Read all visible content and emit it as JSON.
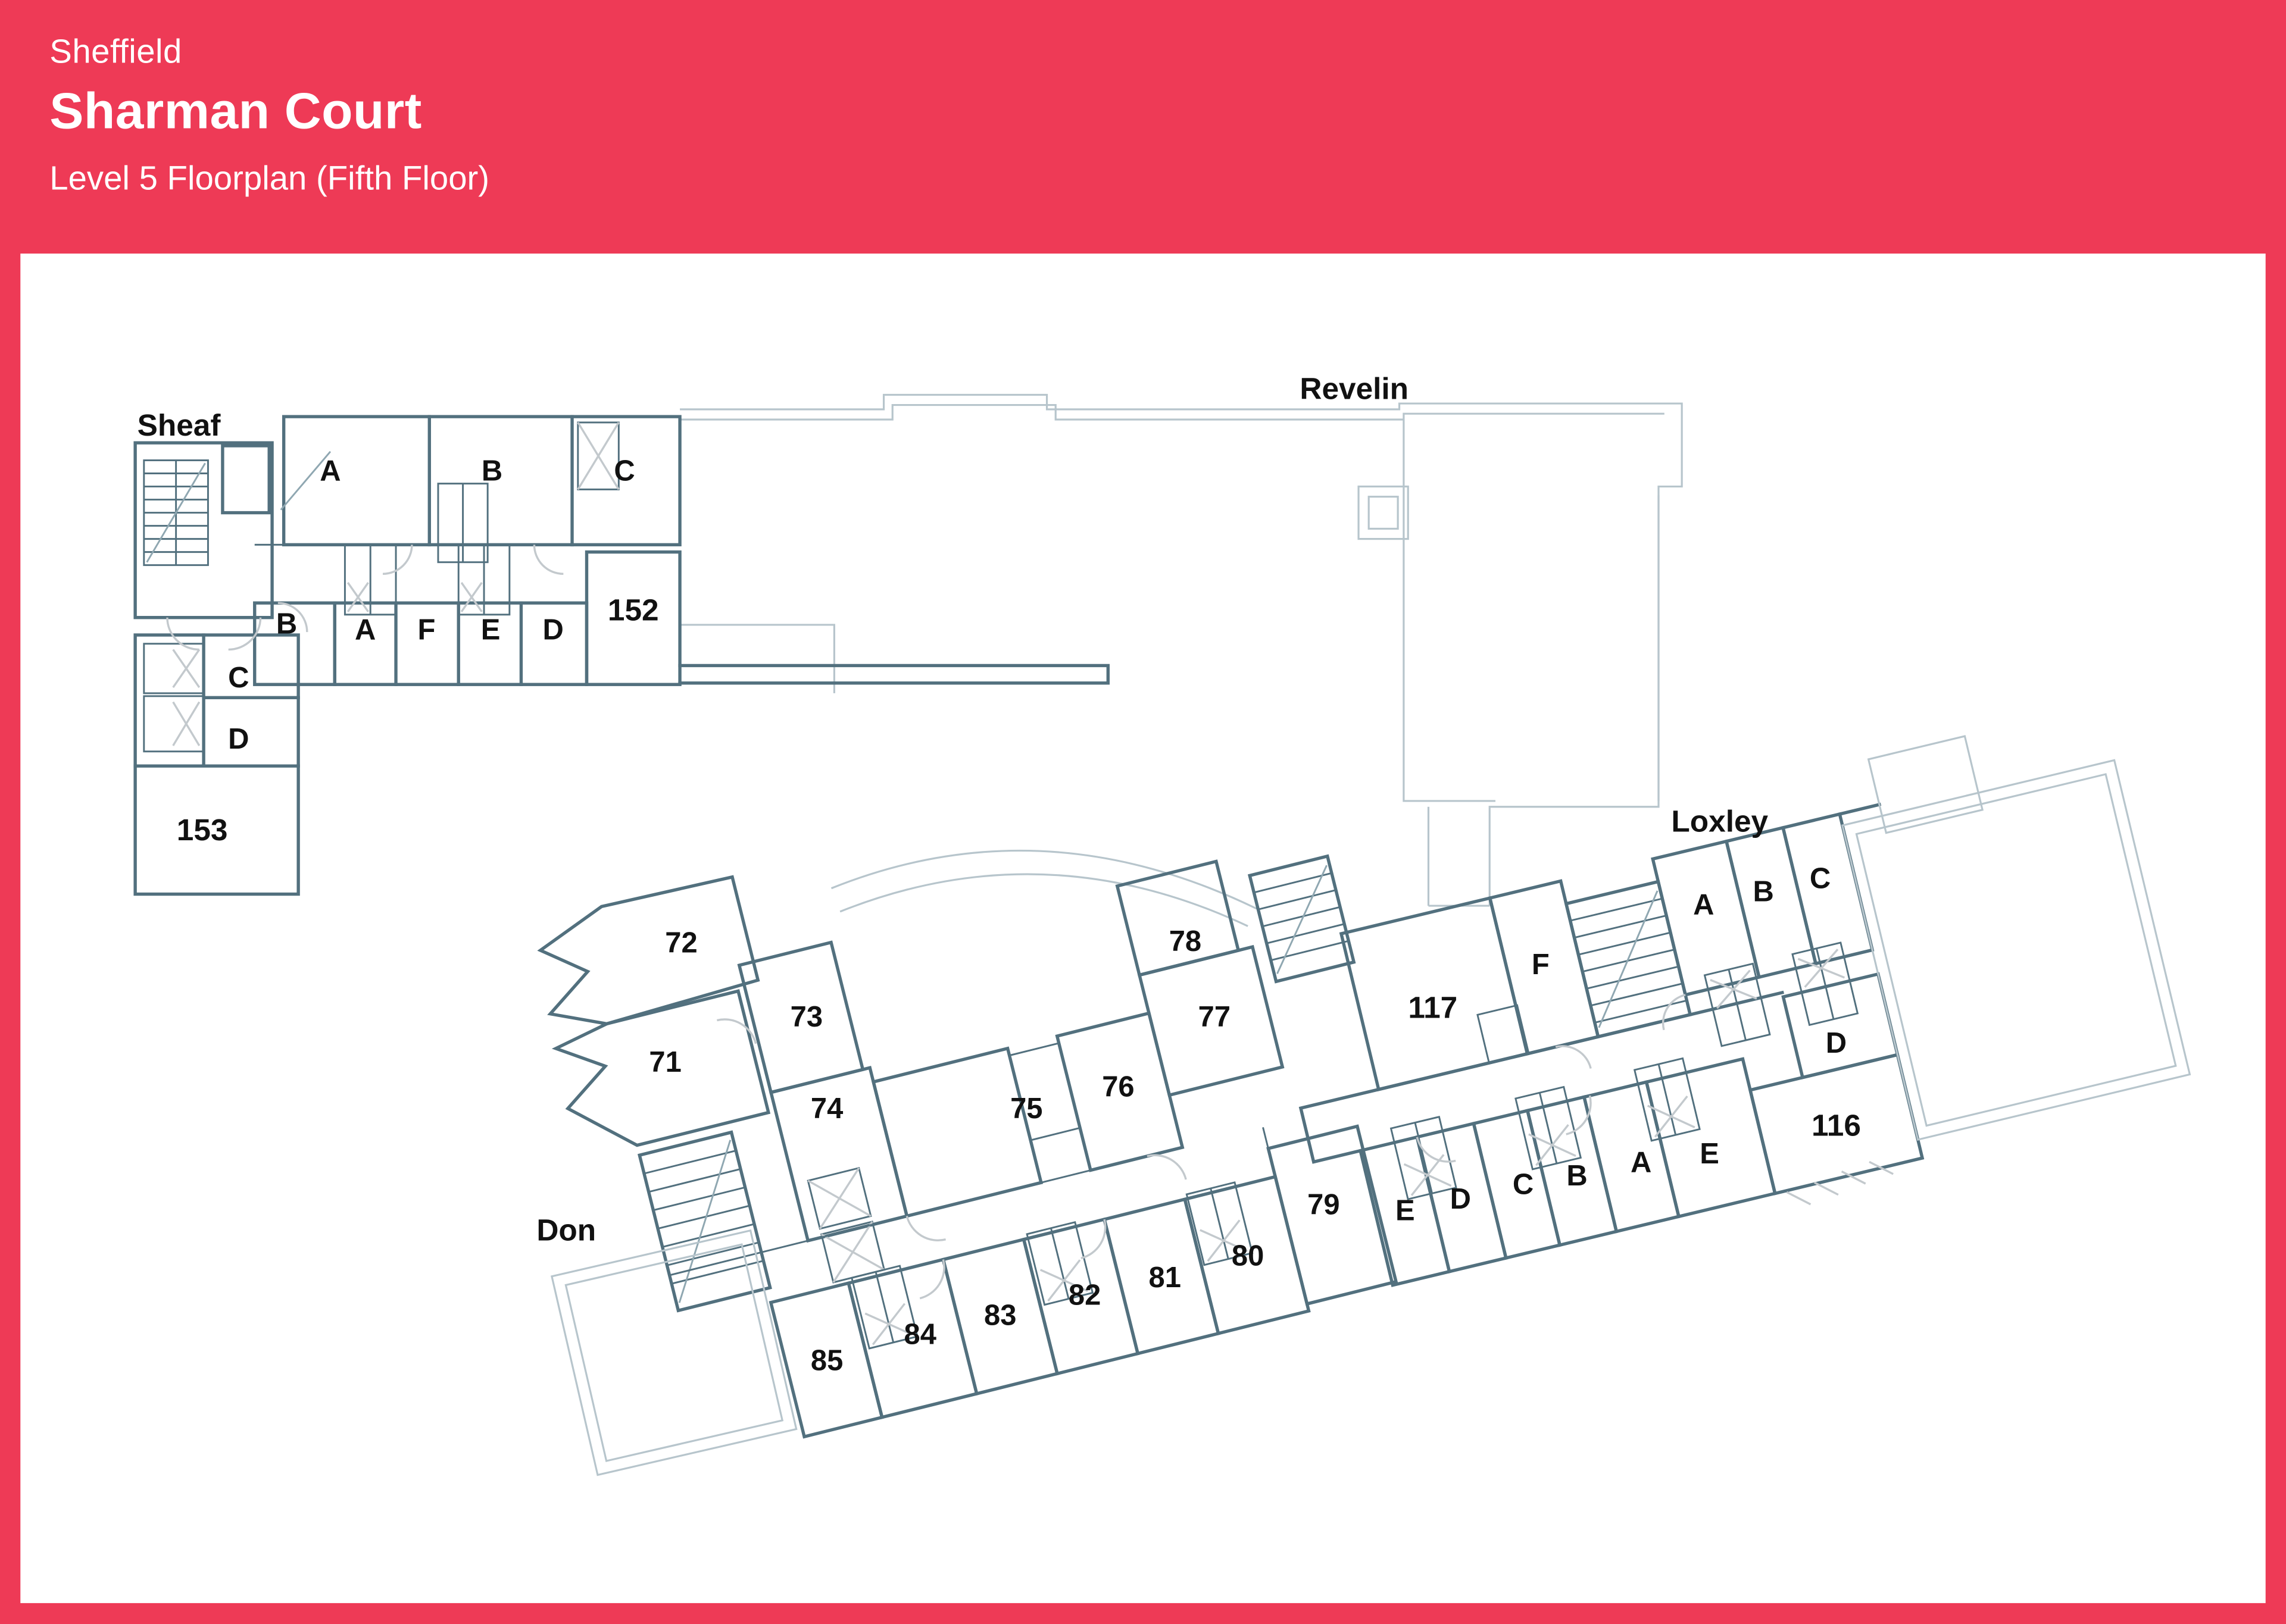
{
  "header": {
    "city": "Sheffield",
    "building": "Sharman Court",
    "subtitle": "Level 5 Floorplan (Fifth Floor)"
  },
  "colors": {
    "header_bg": "#ee3a56",
    "wall": "#52707e",
    "wall_light": "#b7c5cc",
    "furn": "#c3c9cd",
    "label": "#111111"
  },
  "wings": {
    "sheaf": {
      "label": "Sheaf",
      "top_rooms": [
        "A",
        "B",
        "C"
      ],
      "mid_rooms": [
        "B",
        "A",
        "F",
        "E",
        "D"
      ],
      "side_rooms": [
        "C",
        "D"
      ],
      "flats": [
        "152",
        "153"
      ]
    },
    "revelin": {
      "label": "Revelin"
    },
    "don": {
      "label": "Don",
      "rooms": [
        "71",
        "72",
        "73",
        "74",
        "75",
        "76",
        "77",
        "78",
        "79",
        "80",
        "81",
        "82",
        "83",
        "84",
        "85"
      ]
    },
    "loxley": {
      "label": "Loxley",
      "flats": [
        "117",
        "116"
      ],
      "top_rooms": [
        "F",
        "A",
        "B",
        "C"
      ],
      "right_rooms": [
        "D",
        "E"
      ],
      "lower_rooms": [
        "E",
        "D",
        "C",
        "B",
        "A"
      ]
    }
  }
}
